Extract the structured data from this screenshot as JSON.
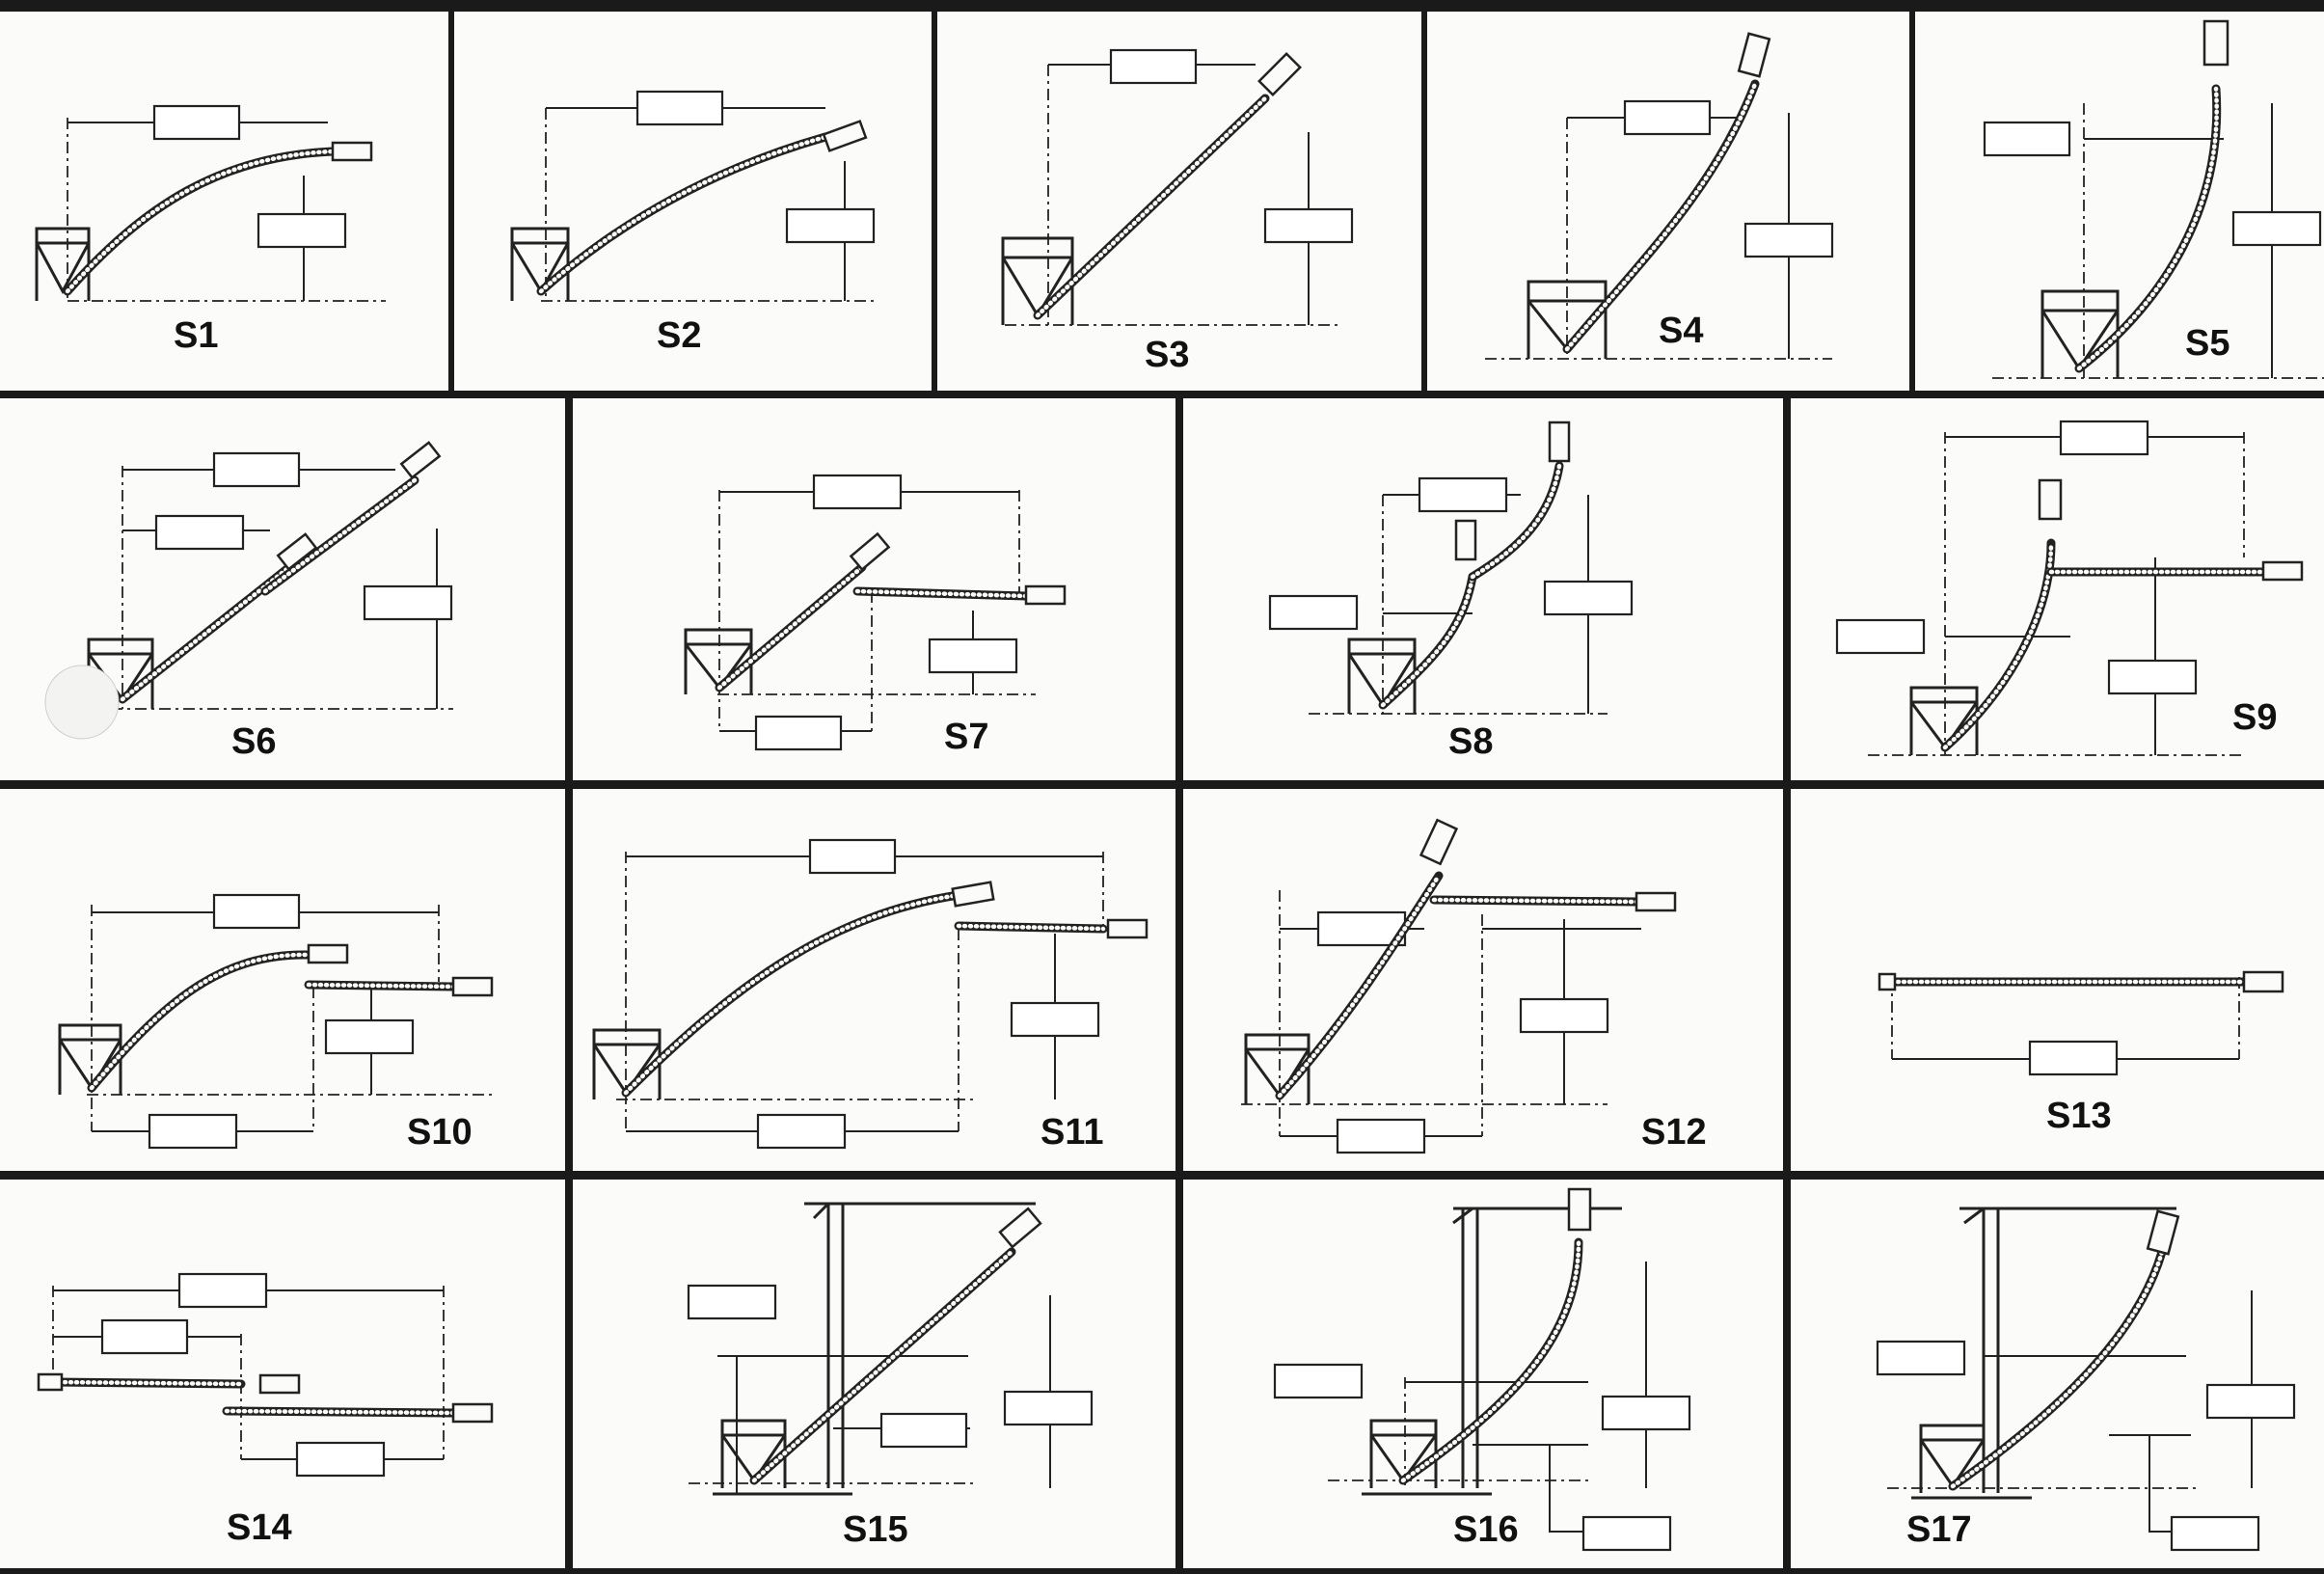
{
  "panels": [
    {
      "id": "S1",
      "label": "S1"
    },
    {
      "id": "S2",
      "label": "S2"
    },
    {
      "id": "S3",
      "label": "S3"
    },
    {
      "id": "S4",
      "label": "S4"
    },
    {
      "id": "S5",
      "label": "S5"
    },
    {
      "id": "S6",
      "label": "S6"
    },
    {
      "id": "S7",
      "label": "S7"
    },
    {
      "id": "S8",
      "label": "S8"
    },
    {
      "id": "S9",
      "label": "S9"
    },
    {
      "id": "S10",
      "label": "S10"
    },
    {
      "id": "S11",
      "label": "S11"
    },
    {
      "id": "S12",
      "label": "S12"
    },
    {
      "id": "S13",
      "label": "S13"
    },
    {
      "id": "S14",
      "label": "S14"
    },
    {
      "id": "S15",
      "label": "S15"
    },
    {
      "id": "S16",
      "label": "S16"
    },
    {
      "id": "S17",
      "label": "S17"
    }
  ]
}
